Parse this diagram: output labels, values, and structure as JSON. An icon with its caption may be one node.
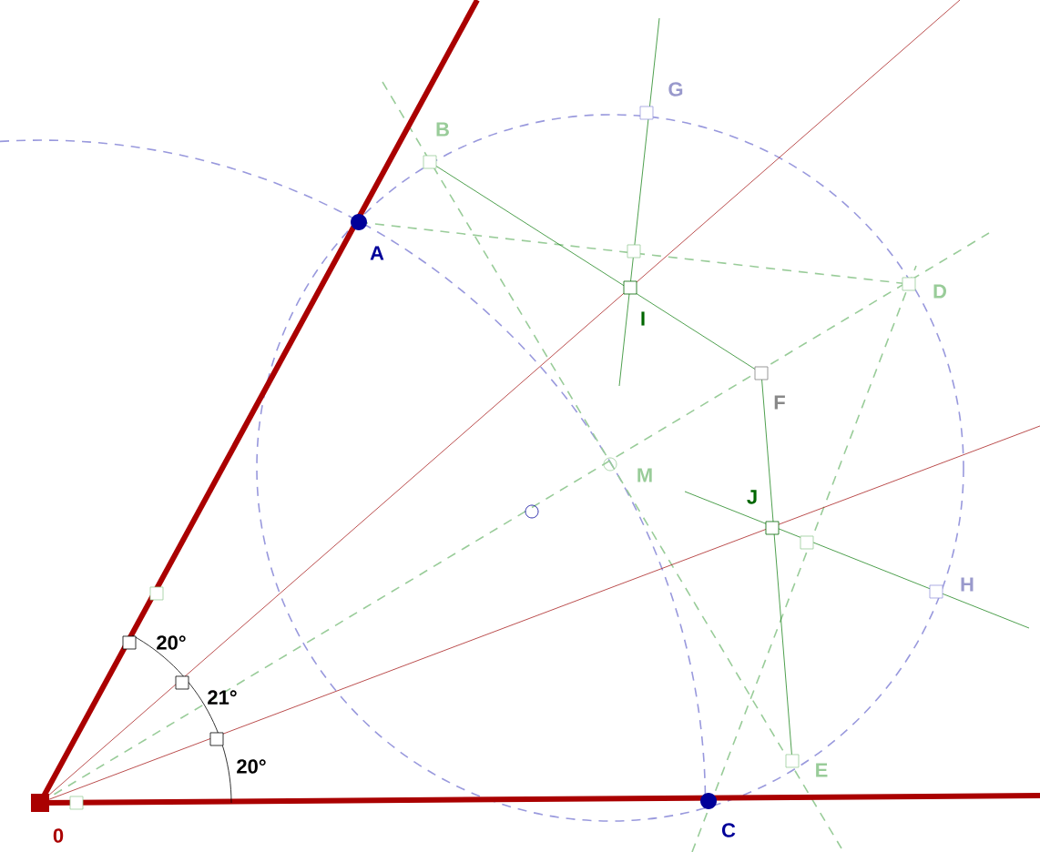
{
  "diagram": {
    "labels": [
      "G",
      "B",
      "A",
      "D",
      "I",
      "F",
      "M",
      "J",
      "H",
      "20°",
      "21°",
      "20°",
      "E",
      "0",
      "C"
    ]
  }
}
